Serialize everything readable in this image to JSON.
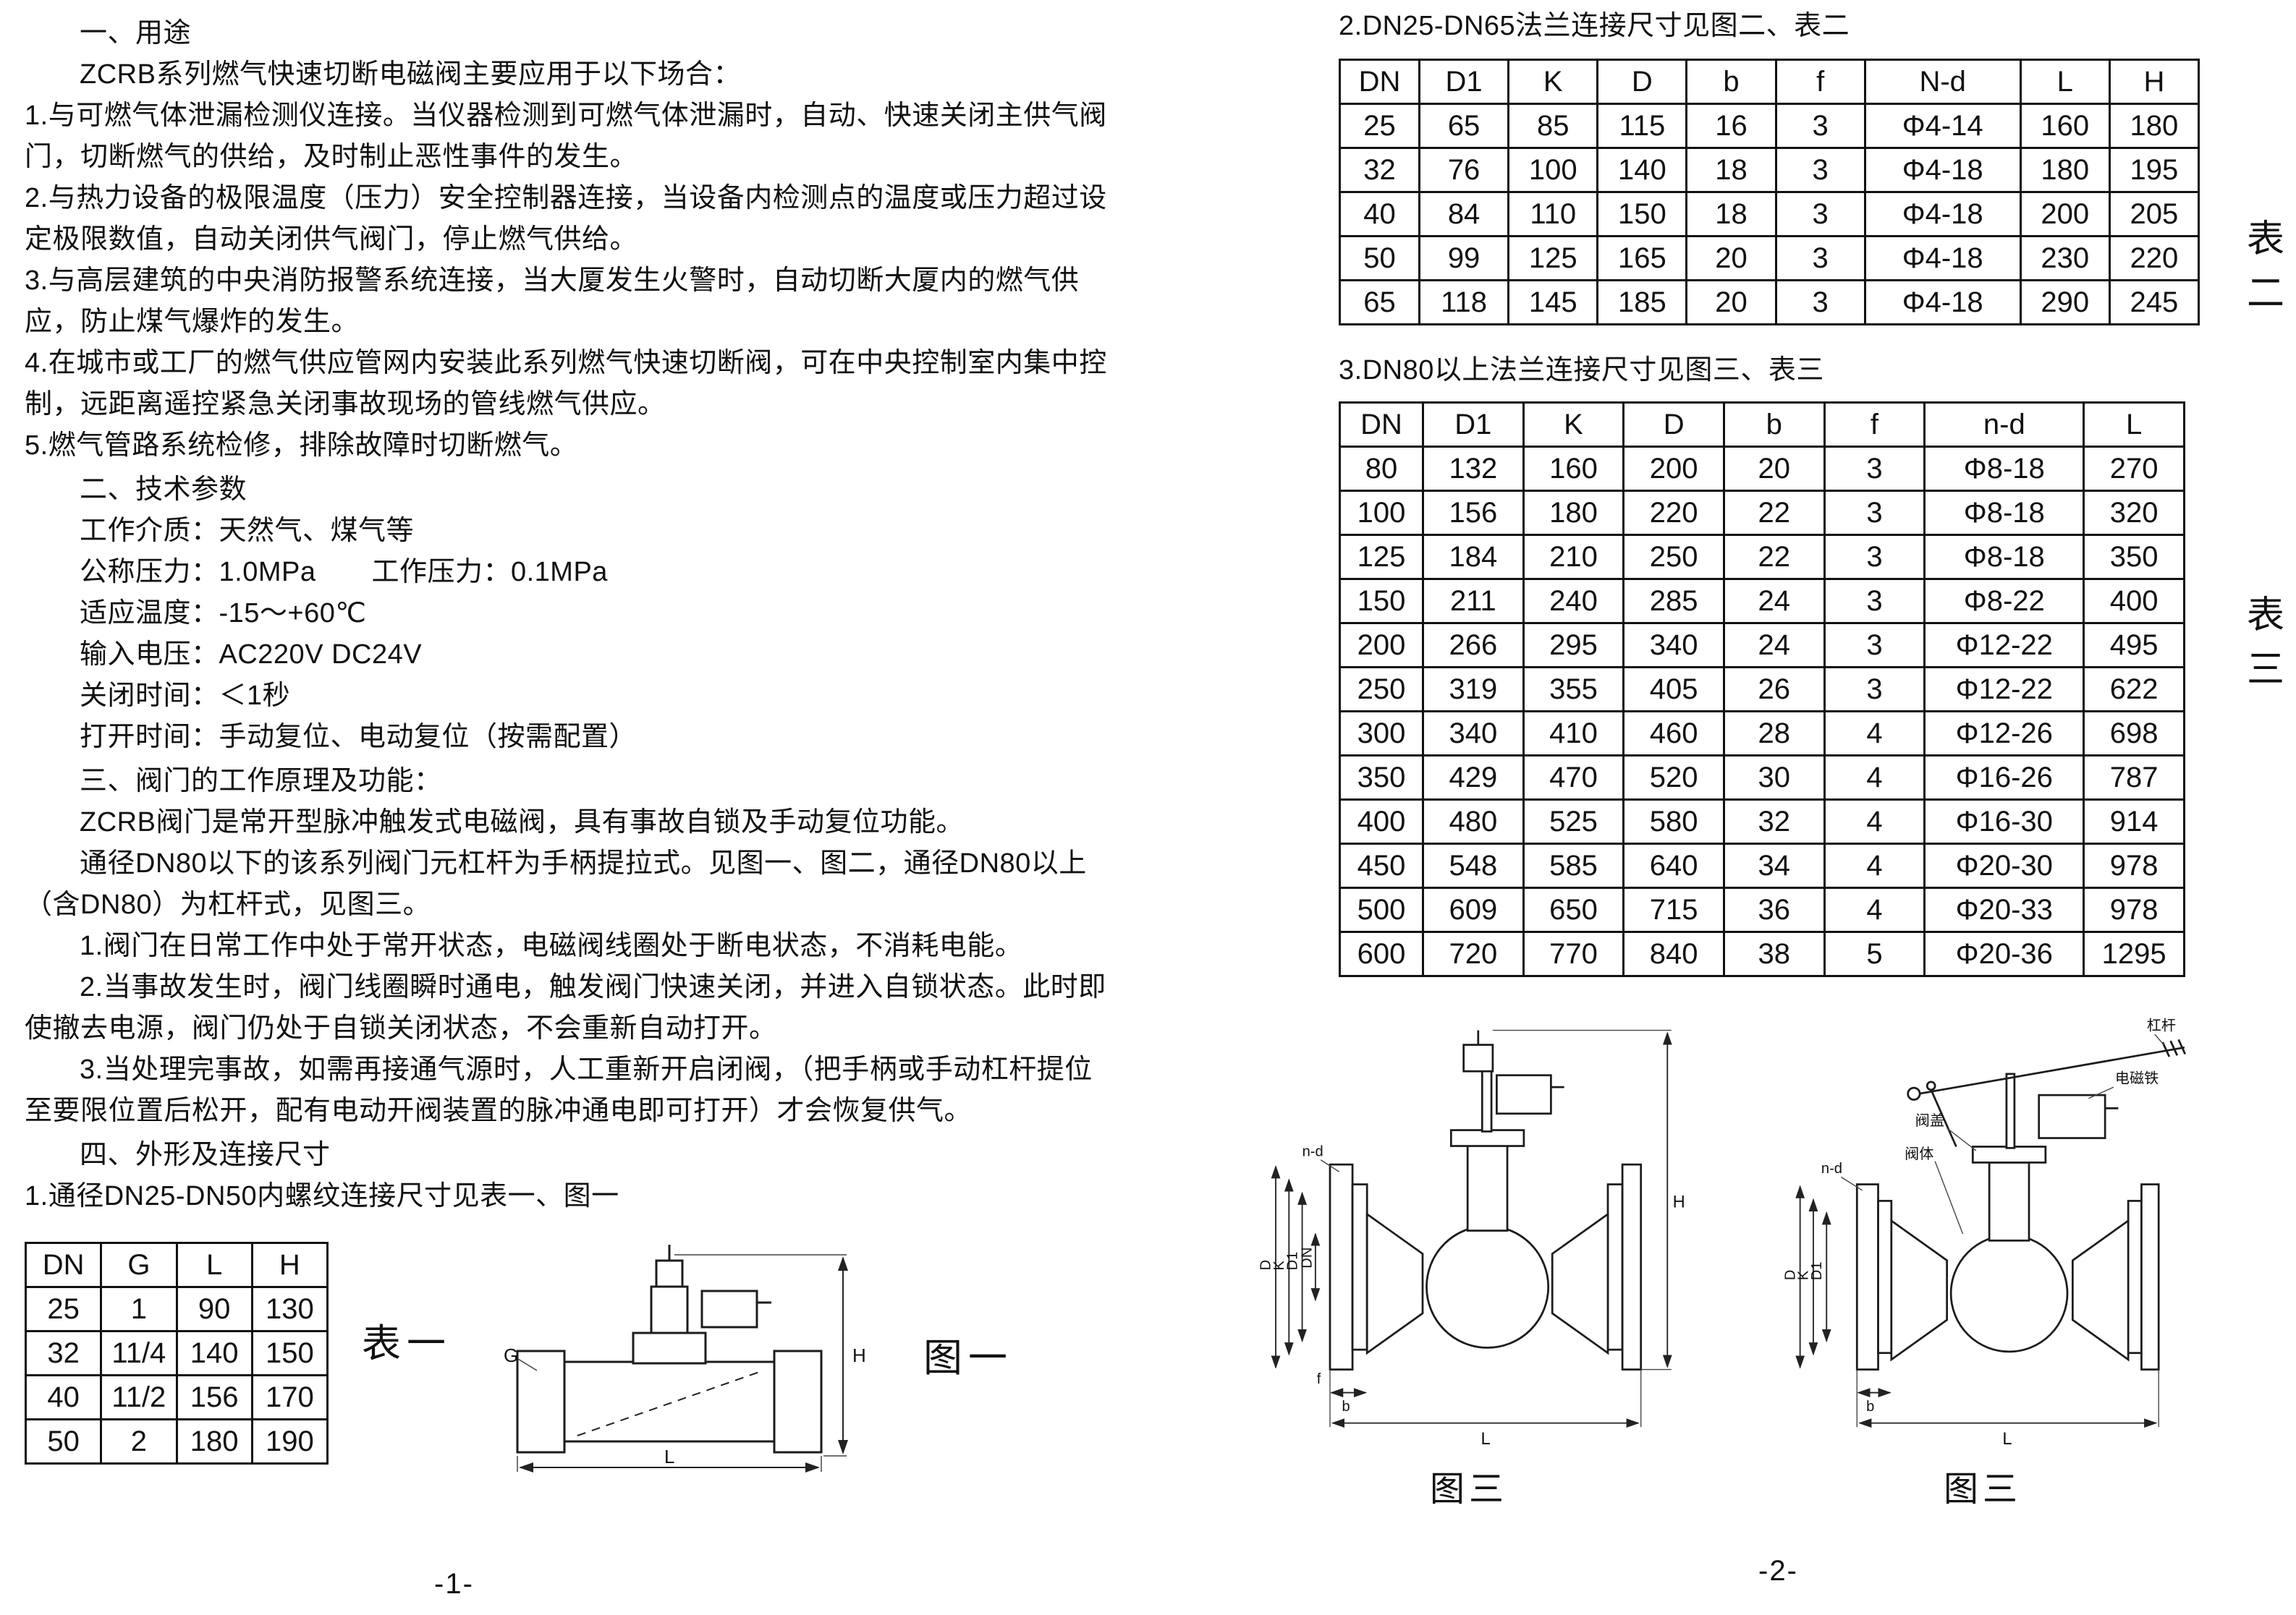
{
  "doc": {
    "page1": {
      "paragraphs": [
        "一、用途",
        "ZCRB系列燃气快速切断电磁阀主要应用于以下场合：",
        "1.与可燃气体泄漏检测仪连接。当仪器检测到可燃气体泄漏时，自动、快速关闭主供气阀门，切断燃气的供给，及时制止恶性事件的发生。",
        "2.与热力设备的极限温度（压力）安全控制器连接，当设备内检测点的温度或压力超过设定极限数值，自动关闭供气阀门，停止燃气供给。",
        "3.与高层建筑的中央消防报警系统连接，当大厦发生火警时，自动切断大厦内的燃气供应，防止煤气爆炸的发生。",
        "4.在城市或工厂的燃气供应管网内安装此系列燃气快速切断阀，可在中央控制室内集中控制，远距离遥控紧急关闭事故现场的管线燃气供应。",
        "5.燃气管路系统检修，排除故障时切断燃气。",
        "二、技术参数",
        "工作介质：天然气、煤气等",
        "公称压力：1.0MPa　　工作压力：0.1MPa",
        "适应温度：-15～+60℃",
        "输入电压：AC220V DC24V",
        "关闭时间：＜1秒",
        "打开时间：手动复位、电动复位（按需配置）",
        "三、阀门的工作原理及功能：",
        "ZCRB阀门是常开型脉冲触发式电磁阀，具有事故自锁及手动复位功能。",
        "通径DN80以下的该系列阀门元杠杆为手柄提拉式。见图一、图二，通径DN80以上（含DN80）为杠杆式，见图三。",
        "1.阀门在日常工作中处于常开状态，电磁阀线圈处于断电状态，不消耗电能。",
        "2.当事故发生时，阀门线圈瞬时通电，触发阀门快速关闭，并进入自锁状态。此时即使撤去电源，阀门仍处于自锁关闭状态，不会重新自动打开。",
        "3.当处理完事故，如需再接通气源时，人工重新开启闭阀，（把手柄或手动杠杆提位至要限位置后松开，配有电动开阀装置的脉冲通电即可打开）才会恢复供气。",
        "四、外形及连接尺寸",
        "1.通径DN25-DN50内螺纹连接尺寸见表一、图一"
      ],
      "table1": {
        "headers": [
          "DN",
          "G",
          "L",
          "H"
        ],
        "rows": [
          [
            "25",
            "1",
            "90",
            "130"
          ],
          [
            "32",
            "11/4",
            "140",
            "150"
          ],
          [
            "40",
            "11/2",
            "156",
            "170"
          ],
          [
            "50",
            "2",
            "180",
            "190"
          ]
        ]
      },
      "table1_label": "表一",
      "figure1_label": "图一",
      "fig1": {
        "G": "G",
        "H": "H",
        "L": "L"
      },
      "page_number": "-1-"
    },
    "page2": {
      "heading_flange_small": "2.DN25-DN65法兰连接尺寸见图二、表二",
      "table2": {
        "headers": [
          "DN",
          "D1",
          "K",
          "D",
          "b",
          "f",
          "N-d",
          "L",
          "H"
        ],
        "rows": [
          [
            "25",
            "65",
            "85",
            "115",
            "16",
            "3",
            "Φ4-14",
            "160",
            "180"
          ],
          [
            "32",
            "76",
            "100",
            "140",
            "18",
            "3",
            "Φ4-18",
            "180",
            "195"
          ],
          [
            "40",
            "84",
            "110",
            "150",
            "18",
            "3",
            "Φ4-18",
            "200",
            "205"
          ],
          [
            "50",
            "99",
            "125",
            "165",
            "20",
            "3",
            "Φ4-18",
            "230",
            "220"
          ],
          [
            "65",
            "118",
            "145",
            "185",
            "20",
            "3",
            "Φ4-18",
            "290",
            "245"
          ]
        ]
      },
      "table2_label": "表二",
      "heading_flange_large": "3.DN80以上法兰连接尺寸见图三、表三",
      "table3": {
        "headers": [
          "DN",
          "D1",
          "K",
          "D",
          "b",
          "f",
          "n-d",
          "L"
        ],
        "rows": [
          [
            "80",
            "132",
            "160",
            "200",
            "20",
            "3",
            "Φ8-18",
            "270"
          ],
          [
            "100",
            "156",
            "180",
            "220",
            "22",
            "3",
            "Φ8-18",
            "320"
          ],
          [
            "125",
            "184",
            "210",
            "250",
            "22",
            "3",
            "Φ8-18",
            "350"
          ],
          [
            "150",
            "211",
            "240",
            "285",
            "24",
            "3",
            "Φ8-22",
            "400"
          ],
          [
            "200",
            "266",
            "295",
            "340",
            "24",
            "3",
            "Φ12-22",
            "495"
          ],
          [
            "250",
            "319",
            "355",
            "405",
            "26",
            "3",
            "Φ12-22",
            "622"
          ],
          [
            "300",
            "340",
            "410",
            "460",
            "28",
            "4",
            "Φ12-26",
            "698"
          ],
          [
            "350",
            "429",
            "470",
            "520",
            "30",
            "4",
            "Φ16-26",
            "787"
          ],
          [
            "400",
            "480",
            "525",
            "580",
            "32",
            "4",
            "Φ16-30",
            "914"
          ],
          [
            "450",
            "548",
            "585",
            "640",
            "34",
            "4",
            "Φ20-30",
            "978"
          ],
          [
            "500",
            "609",
            "650",
            "715",
            "36",
            "4",
            "Φ20-33",
            "978"
          ],
          [
            "600",
            "720",
            "770",
            "840",
            "38",
            "5",
            "Φ20-36",
            "1295"
          ]
        ]
      },
      "table3_label": "表三",
      "fig_left": {
        "label": "图三",
        "nd": "n-d",
        "D": "D",
        "K": "K",
        "D1": "D1",
        "DN": "DN",
        "H": "H",
        "L": "L",
        "b": "b",
        "f": "f"
      },
      "fig_right": {
        "label": "图三",
        "solenoid": "电磁铁",
        "lever": "杠杆",
        "valve_cover": "阀盖",
        "valve_body": "阀体",
        "nd": "n-d",
        "D": "D",
        "K": "K",
        "D1": "D1",
        "L": "L",
        "b": "b"
      },
      "page_number": "-2-"
    }
  }
}
